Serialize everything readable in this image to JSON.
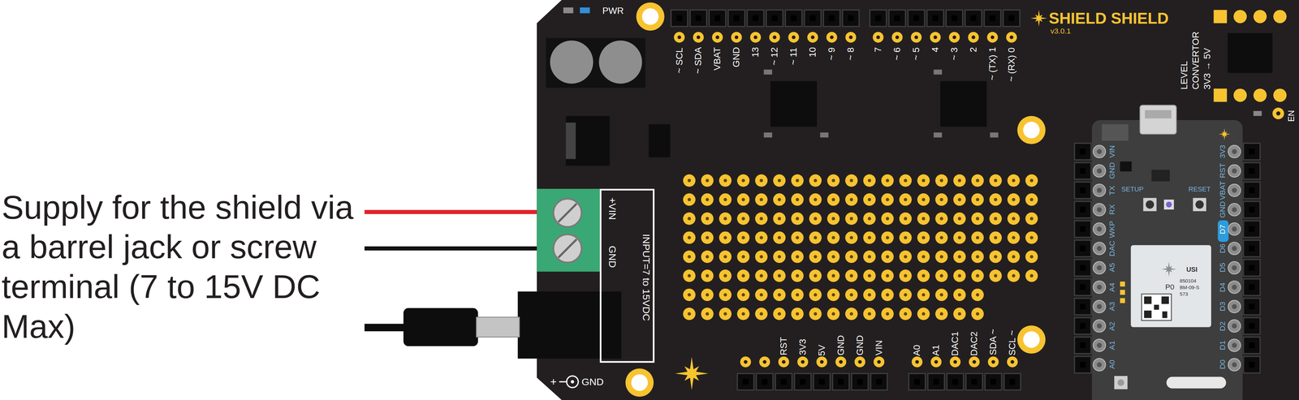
{
  "diagram": {
    "nodes": [
      {
        "text": [
          "+VIN",
          "GND",
          "INPUT=7 to 15VDC"
        ]
      }
    ],
    "labels": [
      "Supply for the shield via a barrel jack or screw terminal (7 to 15V DC Max)",
      "PWR",
      "~ SCL",
      "~ SDA",
      "VBAT",
      "GND",
      "13",
      "~ 12",
      "~ 11",
      "10",
      "~ 9",
      "~ 8",
      "7",
      "~ 6",
      "~ 5",
      "4",
      "~ 3",
      "2",
      "~ (TX) 1",
      "~ (RX) 0",
      "SHIELD SHIELD",
      "v3.0.1",
      "LEVEL CONVERTOR 3V3 → 5V",
      "EN",
      "RST",
      "3V3",
      "5V",
      "GND",
      "GND",
      "VIN",
      "A0",
      "A1",
      "DAC1",
      "DAC2",
      "SDA ~",
      "SCL ~",
      "+",
      "GND",
      "VIN",
      "GND",
      "TX",
      "RX",
      "WKP",
      "DAC",
      "A5",
      "A4",
      "A3",
      "A2",
      "A1",
      "A0",
      "3V3",
      "RST",
      "VBAT",
      "GND",
      "D7",
      "D6",
      "D5",
      "D4",
      "D3",
      "D2",
      "D1",
      "D0",
      "SETUP",
      "RESET",
      "P0",
      "USI",
      "850104",
      "BM-09-S",
      "573"
    ]
  }
}
